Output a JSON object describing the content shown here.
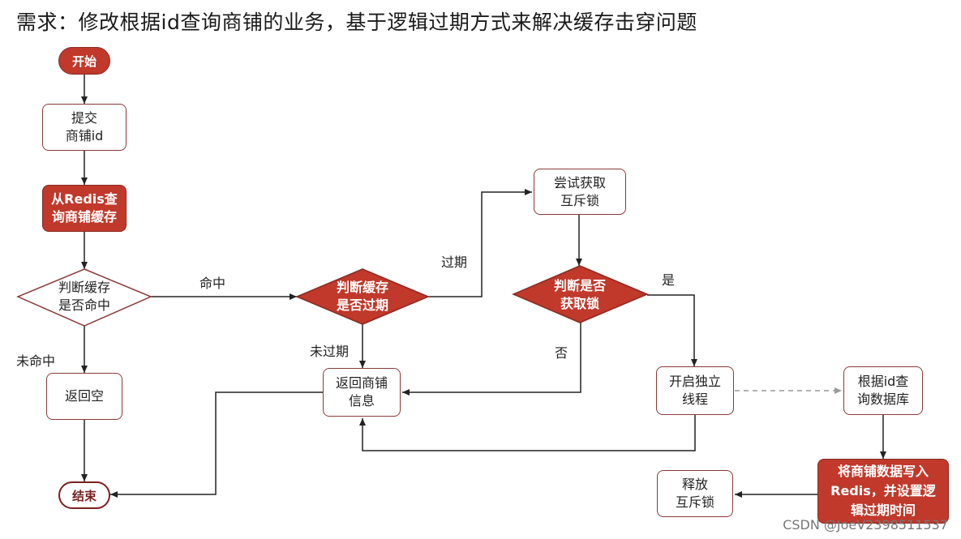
{
  "title": "需求：修改根据id查询商铺的业务，基于逻辑过期方式来解决缓存击穿问题",
  "nodes": {
    "start": "开始",
    "submit": [
      "提交",
      "商铺id"
    ],
    "query_redis": [
      "从Redis查",
      "询商铺缓存"
    ],
    "check_hit": [
      "判断缓存",
      "是否命中"
    ],
    "return_empty": "返回空",
    "end": "结束",
    "check_expired": [
      "判断缓存",
      "是否过期"
    ],
    "return_info": [
      "返回商铺",
      "信息"
    ],
    "try_lock": [
      "尝试获取",
      "互斥锁"
    ],
    "check_lock": [
      "判断是否",
      "获取锁"
    ],
    "new_thread": [
      "开启独立",
      "线程"
    ],
    "query_db": [
      "根据id查",
      "询数据库"
    ],
    "write_redis": [
      "将商铺数据写入",
      "Redis，并设置逻",
      "辑过期时间"
    ],
    "release_lock": [
      "释放",
      "互斥锁"
    ]
  },
  "edge_labels": {
    "hit": "命中",
    "miss": "未命中",
    "expired": "过期",
    "not_expired": "未过期",
    "yes": "是",
    "no": "否"
  },
  "colors": {
    "accent_red": "#c0392b",
    "border_dark_red": "#8a3a3a",
    "line": "#222222",
    "dashed_line": "#aaaaaa"
  },
  "watermark": "CSDN @JoeV2398511537"
}
